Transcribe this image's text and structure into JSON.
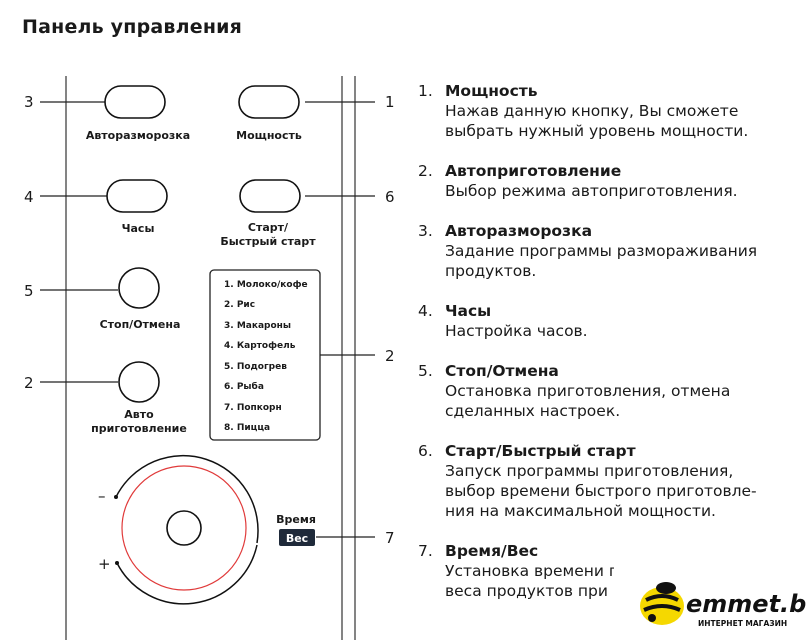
{
  "title": "Панель управления",
  "panel": {
    "buttons": {
      "defrost": "Авторазморозка",
      "power": "Мощность",
      "clock": "Часы",
      "start_line1": "Старт/",
      "start_line2": "Быстрый старт",
      "stop": "Стоп/Отмена",
      "auto_line1": "Авто",
      "auto_line2": "приготовление"
    },
    "callouts": [
      "1",
      "2",
      "3",
      "4",
      "5",
      "6",
      "7",
      "2"
    ],
    "menu": [
      "1. Молоко/кофе",
      "2. Рис",
      "3. Макароны",
      "4. Картофель",
      "5. Подогрев",
      "6. Рыба",
      "7. Попкорн",
      "8. Пицца"
    ],
    "dial": {
      "minus": "–",
      "plus": "+"
    },
    "time_label": "Время",
    "weight_label": "Вес"
  },
  "items": [
    {
      "num": "1.",
      "title": "Мощность",
      "body": [
        "Нажав данную кнопку, Вы сможете",
        "выбрать нужный уровень мощности."
      ]
    },
    {
      "num": "2.",
      "title": "Автоприготовление",
      "body": [
        "Выбор режима автоприготовления."
      ]
    },
    {
      "num": "3.",
      "title": "Авторазморозка",
      "body": [
        "Задание программы размораживания",
        "продуктов."
      ]
    },
    {
      "num": "4.",
      "title": "Часы",
      "body": [
        "Настройка часов."
      ]
    },
    {
      "num": "5.",
      "title": "Стоп/Отмена",
      "body": [
        "Остановка приготовления, отмена",
        "сделанных настроек."
      ]
    },
    {
      "num": "6.",
      "title": "Старт/Быстрый старт",
      "body": [
        "Запуск программы приготовления,",
        "выбор времени быстрого приготовле-",
        "ния на максимальной мощности."
      ]
    },
    {
      "num": "7.",
      "title": "Время/Вес",
      "body": [
        "Установка времени п",
        "веса продуктов при"
      ]
    }
  ],
  "watermark": {
    "brand": "emmet.by",
    "tagline": "ИНТЕРНЕТ МАГАЗИН"
  },
  "colors": {
    "dial_ring": "#e03a3a",
    "text": "#1a1a1a",
    "logo_yellow": "#f5d800"
  }
}
